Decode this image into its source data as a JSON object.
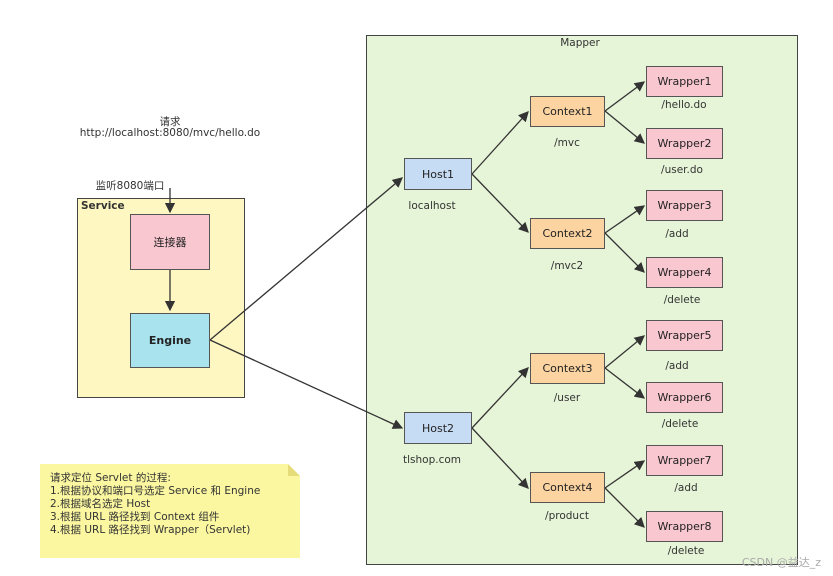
{
  "mapper": {
    "title": "Mapper"
  },
  "service": {
    "title": "Service",
    "connector": "连接器",
    "engine": "Engine"
  },
  "request": {
    "line1": "请求",
    "line2": "http://localhost:8080/mvc/hello.do",
    "port_label": "监听8080端口"
  },
  "hosts": [
    {
      "name": "Host1",
      "domain": "localhost"
    },
    {
      "name": "Host2",
      "domain": "tlshop.com"
    }
  ],
  "contexts": [
    {
      "name": "Context1",
      "path": "/mvc"
    },
    {
      "name": "Context2",
      "path": "/mvc2"
    },
    {
      "name": "Context3",
      "path": "/user"
    },
    {
      "name": "Context4",
      "path": "/product"
    }
  ],
  "wrappers": [
    {
      "name": "Wrapper1",
      "path": "/hello.do"
    },
    {
      "name": "Wrapper2",
      "path": "/user.do"
    },
    {
      "name": "Wrapper3",
      "path": "/add"
    },
    {
      "name": "Wrapper4",
      "path": "/delete"
    },
    {
      "name": "Wrapper5",
      "path": "/add"
    },
    {
      "name": "Wrapper6",
      "path": "/delete"
    },
    {
      "name": "Wrapper7",
      "path": "/add"
    },
    {
      "name": "Wrapper8",
      "path": "/delete"
    }
  ],
  "note": {
    "lines": [
      "请求定位 Servlet 的过程:",
      "1.根据协议和端口号选定 Service 和 Engine",
      "2.根据域名选定 Host",
      "3.根据 URL 路径找到 Context 组件",
      "4.根据 URL 路径找到 Wrapper（Servlet)"
    ]
  },
  "watermark": "CSDN @益达_z",
  "colors": {
    "mapper_bg": "#e6f4d7",
    "service_bg": "#fef7c2",
    "host": "#c6dcf4",
    "context": "#fbd4a1",
    "wrapper": "#f9c7d0",
    "engine": "#a8e3ee",
    "note": "#fbf7a1"
  }
}
